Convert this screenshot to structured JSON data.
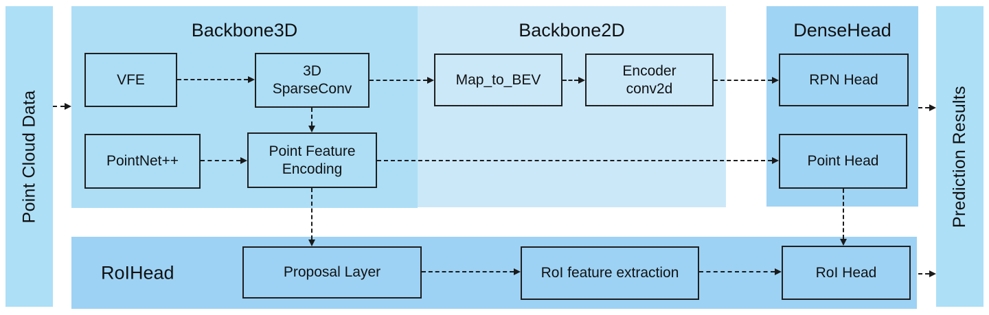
{
  "palette": {
    "canvas_bg": "#ffffff",
    "side_bar": "#ADDFF7",
    "backbone3d": "#ADDEF6",
    "backbone2d": "#CBE8F9",
    "densehead": "#A0D4F4",
    "roihead": "#9DD2F4",
    "node_border": "#1e1e1e",
    "arrow": "#1a1a1a",
    "text": "#111111"
  },
  "bars": {
    "input_label": "Point Cloud Data",
    "output_label": "Prediction Results"
  },
  "regions": {
    "backbone3d": {
      "title": "Backbone3D"
    },
    "backbone2d": {
      "title": "Backbone2D"
    },
    "densehead": {
      "title": "DenseHead"
    },
    "roihead": {
      "title": "RoIHead"
    }
  },
  "nodes": {
    "vfe": {
      "label": "VFE"
    },
    "sparseconv": {
      "label": "3D\nSparseConv"
    },
    "map_to_bev": {
      "label": "Map_to_BEV"
    },
    "encoder_conv2d": {
      "label": "Encoder\nconv2d"
    },
    "rpn_head": {
      "label": "RPN Head"
    },
    "pointnet": {
      "label": "PointNet++"
    },
    "point_feature_encoding": {
      "label": "Point Feature\nEncoding"
    },
    "point_head": {
      "label": "Point Head"
    },
    "proposal_layer": {
      "label": "Proposal Layer"
    },
    "roi_feature_extraction": {
      "label": "RoI feature extraction"
    },
    "roi_head": {
      "label": "RoI Head"
    }
  },
  "connections": [
    {
      "from": "Point Cloud Data",
      "to": "Backbone3D",
      "style": "dashed"
    },
    {
      "from": "VFE",
      "to": "3D SparseConv",
      "style": "dashed"
    },
    {
      "from": "3D SparseConv",
      "to": "Map_to_BEV",
      "style": "dashed"
    },
    {
      "from": "Map_to_BEV",
      "to": "Encoder conv2d",
      "style": "dashed"
    },
    {
      "from": "Encoder conv2d",
      "to": "RPN Head",
      "style": "dashed"
    },
    {
      "from": "RPN Head",
      "to": "Prediction Results",
      "style": "dashed"
    },
    {
      "from": "3D SparseConv",
      "to": "Point Feature Encoding",
      "style": "dashed"
    },
    {
      "from": "PointNet++",
      "to": "Point Feature Encoding",
      "style": "dashed"
    },
    {
      "from": "Point Feature Encoding",
      "to": "Point Head",
      "style": "dashed"
    },
    {
      "from": "Point Feature Encoding",
      "to": "Proposal Layer",
      "style": "dashed"
    },
    {
      "from": "Point Head",
      "to": "RoI Head",
      "style": "dashed"
    },
    {
      "from": "Proposal Layer",
      "to": "RoI feature extraction",
      "style": "dashed"
    },
    {
      "from": "RoI feature extraction",
      "to": "RoI Head",
      "style": "dashed"
    },
    {
      "from": "RoI Head",
      "to": "Prediction Results",
      "style": "dashed"
    }
  ]
}
